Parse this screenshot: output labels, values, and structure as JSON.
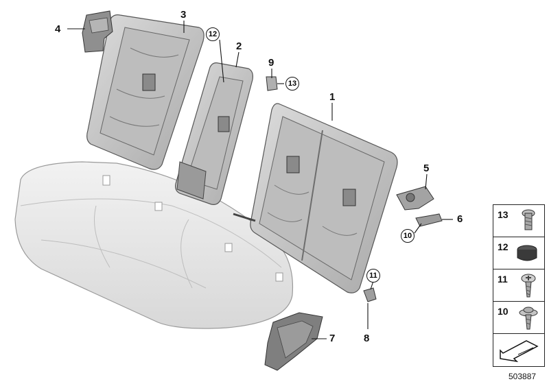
{
  "diagram": {
    "callouts": {
      "part_1": "1",
      "part_2": "2",
      "part_3": "3",
      "part_4": "4",
      "part_5": "5",
      "part_6": "6",
      "part_7": "7",
      "part_8": "8",
      "part_9": "9",
      "part_10": "10",
      "part_11": "11",
      "part_12": "12",
      "part_13": "13"
    },
    "legend": [
      {
        "number": "13",
        "icon": "torx-bolt-icon"
      },
      {
        "number": "12",
        "icon": "cap-plug-icon"
      },
      {
        "number": "11",
        "icon": "torx-screw-icon"
      },
      {
        "number": "10",
        "icon": "flange-screw-icon"
      },
      {
        "number": "",
        "icon": "arrow-symbol-icon"
      }
    ],
    "doc_number": "503887"
  },
  "colors": {
    "part_fill": "#c9c9c9",
    "part_dark": "#7a7a7a",
    "cushion": "#e6e6e6",
    "line": "#111111"
  }
}
